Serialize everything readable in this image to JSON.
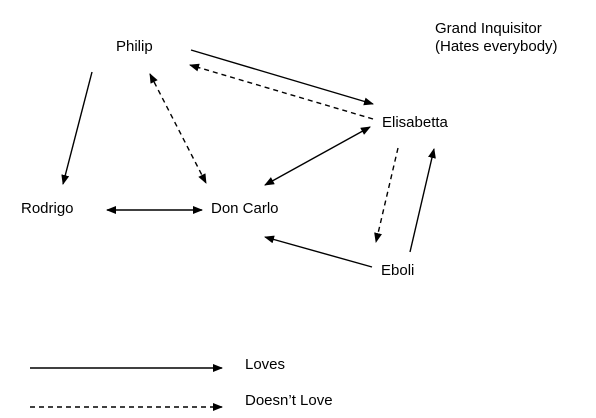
{
  "nodes": {
    "philip": "Philip",
    "elisabetta": "Elisabetta",
    "rodrigo": "Rodrigo",
    "don_carlo": "Don Carlo",
    "eboli": "Eboli"
  },
  "note": {
    "line1": "Grand Inquisitor",
    "line2": "(Hates everybody)"
  },
  "legend": {
    "loves": "Loves",
    "doesnt_love": "Doesn’t Love"
  },
  "edges": [
    {
      "from": "Philip",
      "to": "Elisabetta",
      "style": "solid",
      "direction": "forward"
    },
    {
      "from": "Elisabetta",
      "to": "Philip",
      "style": "dashed",
      "direction": "forward"
    },
    {
      "from": "Philip",
      "to": "Rodrigo",
      "style": "solid",
      "direction": "forward"
    },
    {
      "from": "Philip",
      "to": "Don Carlo",
      "style": "dashed",
      "direction": "both"
    },
    {
      "from": "Elisabetta",
      "to": "Don Carlo",
      "style": "solid",
      "direction": "both"
    },
    {
      "from": "Rodrigo",
      "to": "Don Carlo",
      "style": "solid",
      "direction": "both"
    },
    {
      "from": "Elisabetta",
      "to": "Eboli",
      "style": "dashed",
      "direction": "forward"
    },
    {
      "from": "Eboli",
      "to": "Elisabetta",
      "style": "solid",
      "direction": "forward"
    },
    {
      "from": "Eboli",
      "to": "Don Carlo",
      "style": "solid",
      "direction": "forward"
    }
  ],
  "colors": {
    "ink": "#000000",
    "background": "#ffffff"
  }
}
